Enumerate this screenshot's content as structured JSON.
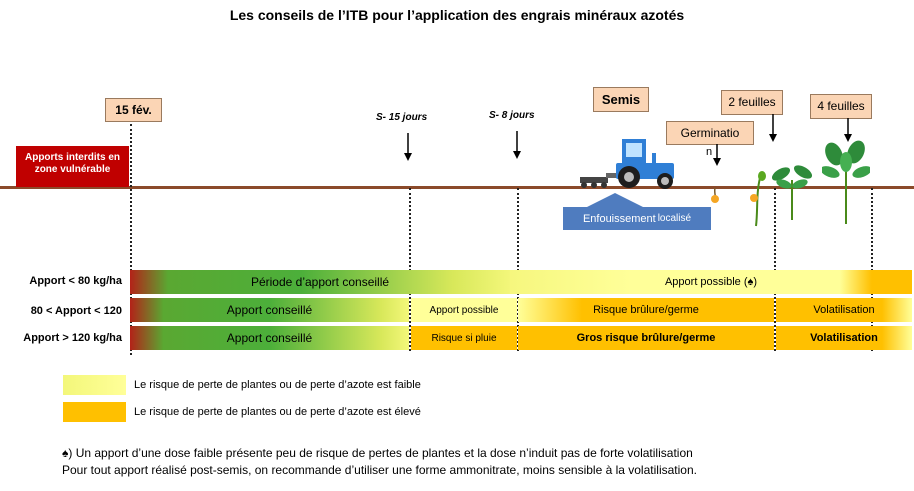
{
  "title": "Les conseils de l’ITB pour l’application des engrais minéraux azotés",
  "markers": {
    "feb15": "15 fév.",
    "s15": "S- 15 jours",
    "s8": "S- 8 jours",
    "semis": "Semis",
    "germination_a": "Germinatio",
    "germination_b": "n",
    "feuilles2": "2 feuilles",
    "feuilles4": "4 feuilles"
  },
  "red_box": {
    "line1": "Apports interdits en",
    "line2": "zone vulnérable"
  },
  "enfouissement": {
    "part1": "Enfouissement ",
    "part2": "localisé"
  },
  "rows": [
    {
      "label": "Apport < 80 kg/ha",
      "segments": [
        "Période d’apport conseillé",
        "Apport possible (♠)"
      ]
    },
    {
      "label": "80 < Apport < 120",
      "segments": [
        "Apport conseillé",
        "Apport possible",
        "Risque brûlure/germe",
        "Volatilisation"
      ]
    },
    {
      "label": "Apport > 120 kg/ha",
      "segments": [
        "Apport conseillé",
        "Risque si pluie",
        "Gros risque brûlure/germe",
        "Volatilisation"
      ]
    }
  ],
  "legend": [
    {
      "color": "#ffff99",
      "text": "Le risque de perte de plantes ou de perte d’azote est faible"
    },
    {
      "color": "#ffc000",
      "text": "Le risque de perte de plantes ou de perte d’azote est élevé"
    }
  ],
  "notes": {
    "line1": "♠) Un apport d’une dose faible présente peu de risque de pertes de plantes et la dose n’induit pas de forte volatilisation",
    "line2": "Pour tout apport réalisé post-semis, on recommande d’utiliser une forme ammonitrate, moins sensible à la volatilisation."
  }
}
